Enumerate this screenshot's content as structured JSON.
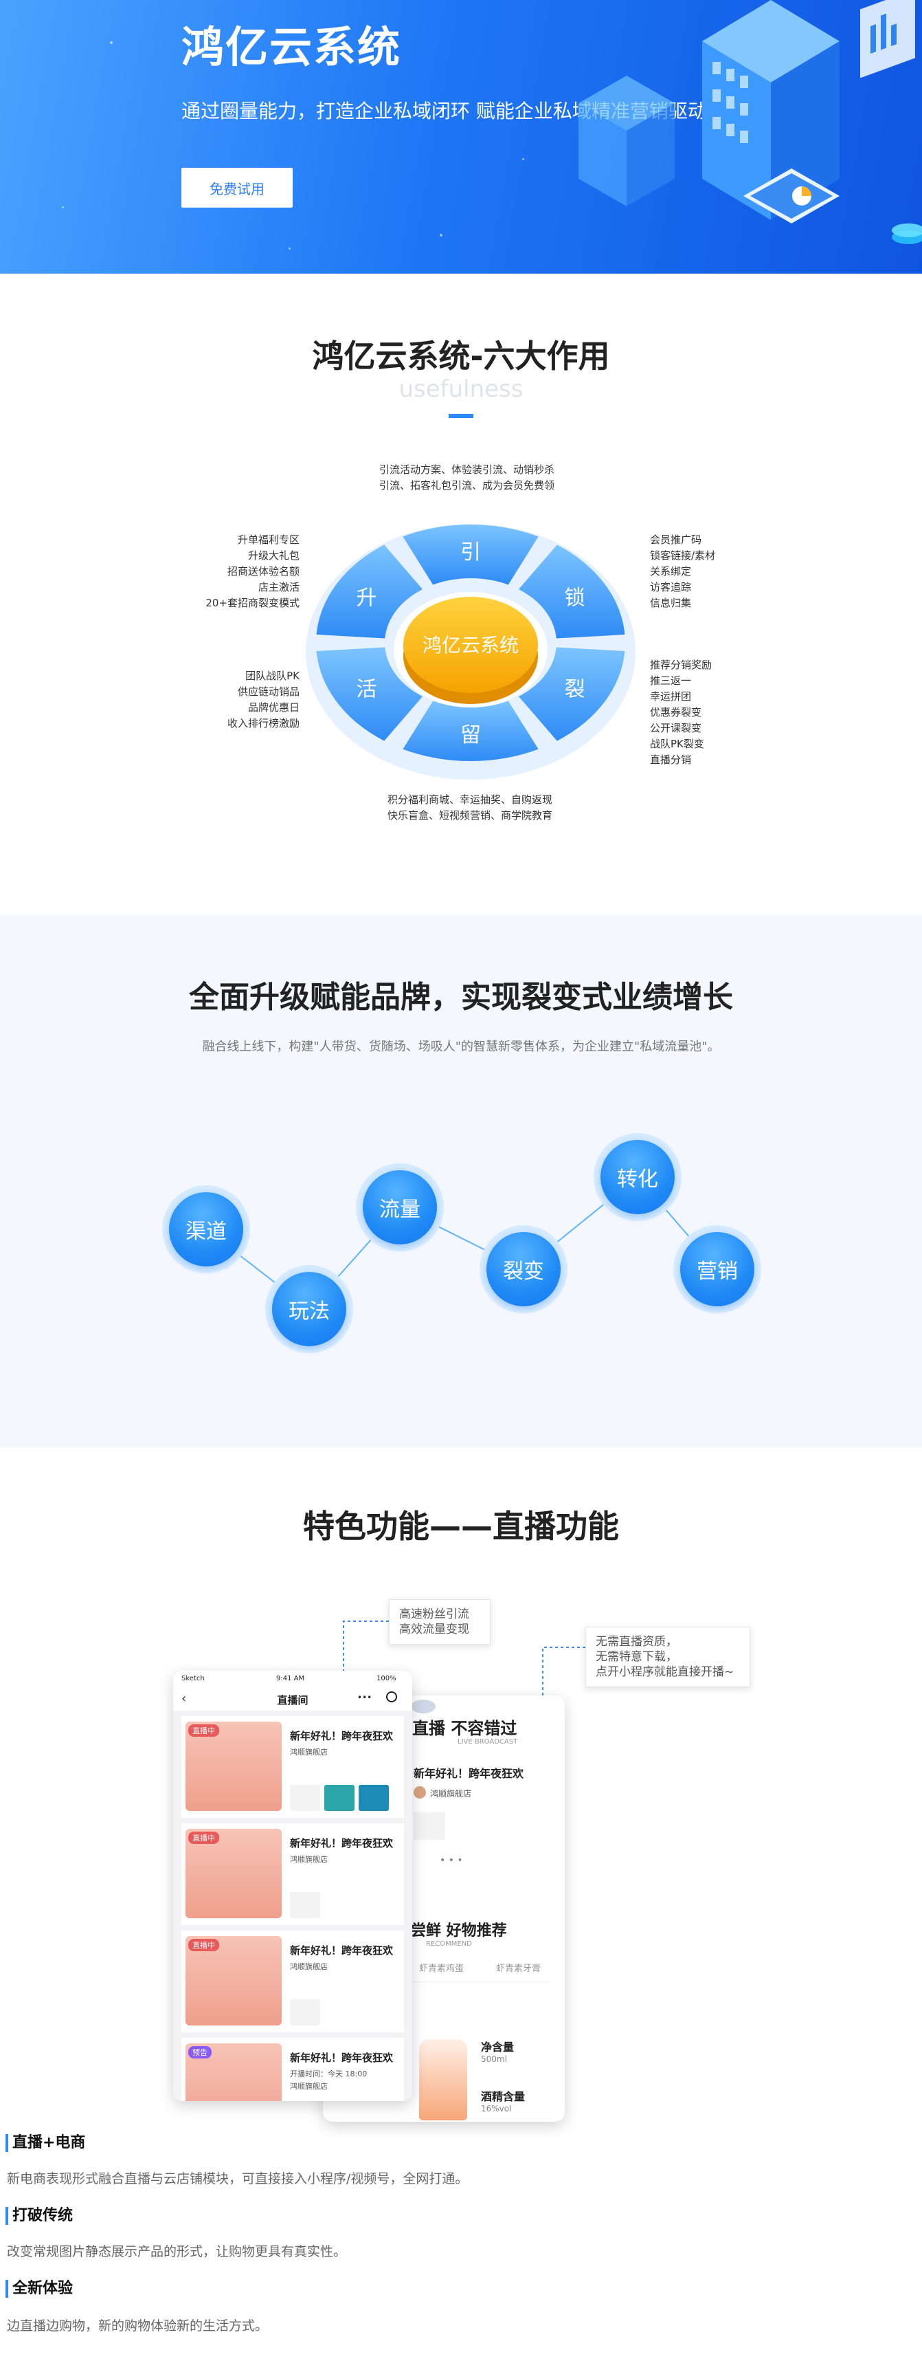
{
  "hero": {
    "title": "鸿亿云系统",
    "subtitle": "通过圈量能力，打造企业私域闭环 赋能企业私域精准营销驱动业务增长",
    "cta_label": "免费试用"
  },
  "usefulness": {
    "title": "鸿亿云系统-六大作用",
    "subtitle": "usefulness",
    "center": "鸿亿云系统",
    "segments": [
      "引",
      "锁",
      "裂",
      "留",
      "活",
      "升"
    ],
    "annotations": {
      "top": [
        "引流活动方案、体验装引流、动销秒杀",
        "引流、拓客礼包引流、成为会员免费领"
      ],
      "left_top": [
        "升单福利专区",
        "升级大礼包",
        "招商送体验名额",
        "店主激活",
        "20+套招商裂变模式"
      ],
      "left_bottom": [
        "团队战队PK",
        "供应链动销品",
        "品牌优惠日",
        "收入排行榜激励"
      ],
      "right_top": [
        "会员推广码",
        "锁客链接/素材",
        "关系绑定",
        "访客追踪",
        "信息归集"
      ],
      "right_bottom": [
        "推荐分销奖励",
        "推三返一",
        "幸运拼团",
        "优惠券裂变",
        "公开课裂变",
        "战队PK裂变",
        "直播分销"
      ],
      "bottom": [
        "积分福利商城、幸运抽奖、自购返现",
        "快乐盲盒、短视频营销、商学院教育"
      ]
    }
  },
  "brand": {
    "title": "全面升级赋能品牌，实现裂变式业绩增长",
    "description": "融合线上线下，构建\"人带货、货随场、场吸人\"的智慧新零售体系，为企业建立\"私域流量池\"。",
    "nodes": [
      "渠道",
      "玩法",
      "流量",
      "裂变",
      "转化",
      "营销"
    ]
  },
  "live": {
    "title": "特色功能——直播功能",
    "callout1": [
      "高速粉丝引流",
      "高效流量变现"
    ],
    "callout2": [
      "无需直播资质，",
      "无需特意下载，",
      "点开小程序就能直接开播~"
    ],
    "phone1": {
      "status_left": "Sketch",
      "status_time": "9:41 AM",
      "status_battery": "100%",
      "nav_title": "直播间",
      "nav_more": "•••",
      "cards": [
        {
          "tag": "直播中",
          "title": "新年好礼！跨年夜狂欢",
          "shop": "鸿顺旗舰店"
        },
        {
          "tag": "直播中",
          "title": "新年好礼！跨年夜狂欢",
          "shop": "鸿顺旗舰店"
        },
        {
          "tag": "直播中",
          "title": "新年好礼！跨年夜狂欢",
          "shop": "鸿顺旗舰店"
        },
        {
          "tag": "预告",
          "title": "新年好礼！跨年夜狂欢",
          "shop": "鸿顺旗舰店",
          "time": "开播时间：今天 18:00"
        }
      ]
    },
    "phone2": {
      "heading": "直播 不容错过",
      "heading_en": "LIVE BROADCAST",
      "card_title": "新年好礼！跨年夜狂欢",
      "card_shop": "鸿顺旗舰店",
      "section2": "尝鲜 好物推荐",
      "section2_en": "RECOMMEND",
      "tabs": [
        "虾青素鸡蛋",
        "虾青素牙膏"
      ],
      "spec1_label": "净含量",
      "spec1_value": "500ml",
      "spec2_label": "酒精含量",
      "spec2_value": "16%vol"
    }
  },
  "features": [
    {
      "title": "直播+电商",
      "desc": "新电商表现形式融合直播与云店铺模块，可直接接入小程序/视频号，全网打通。"
    },
    {
      "title": "打破传统",
      "desc": "改变常规图片静态展示产品的形式，让购物更具有真实性。"
    },
    {
      "title": "全新体验",
      "desc": "边直播边购物，新的购物体验新的生活方式。"
    }
  ]
}
